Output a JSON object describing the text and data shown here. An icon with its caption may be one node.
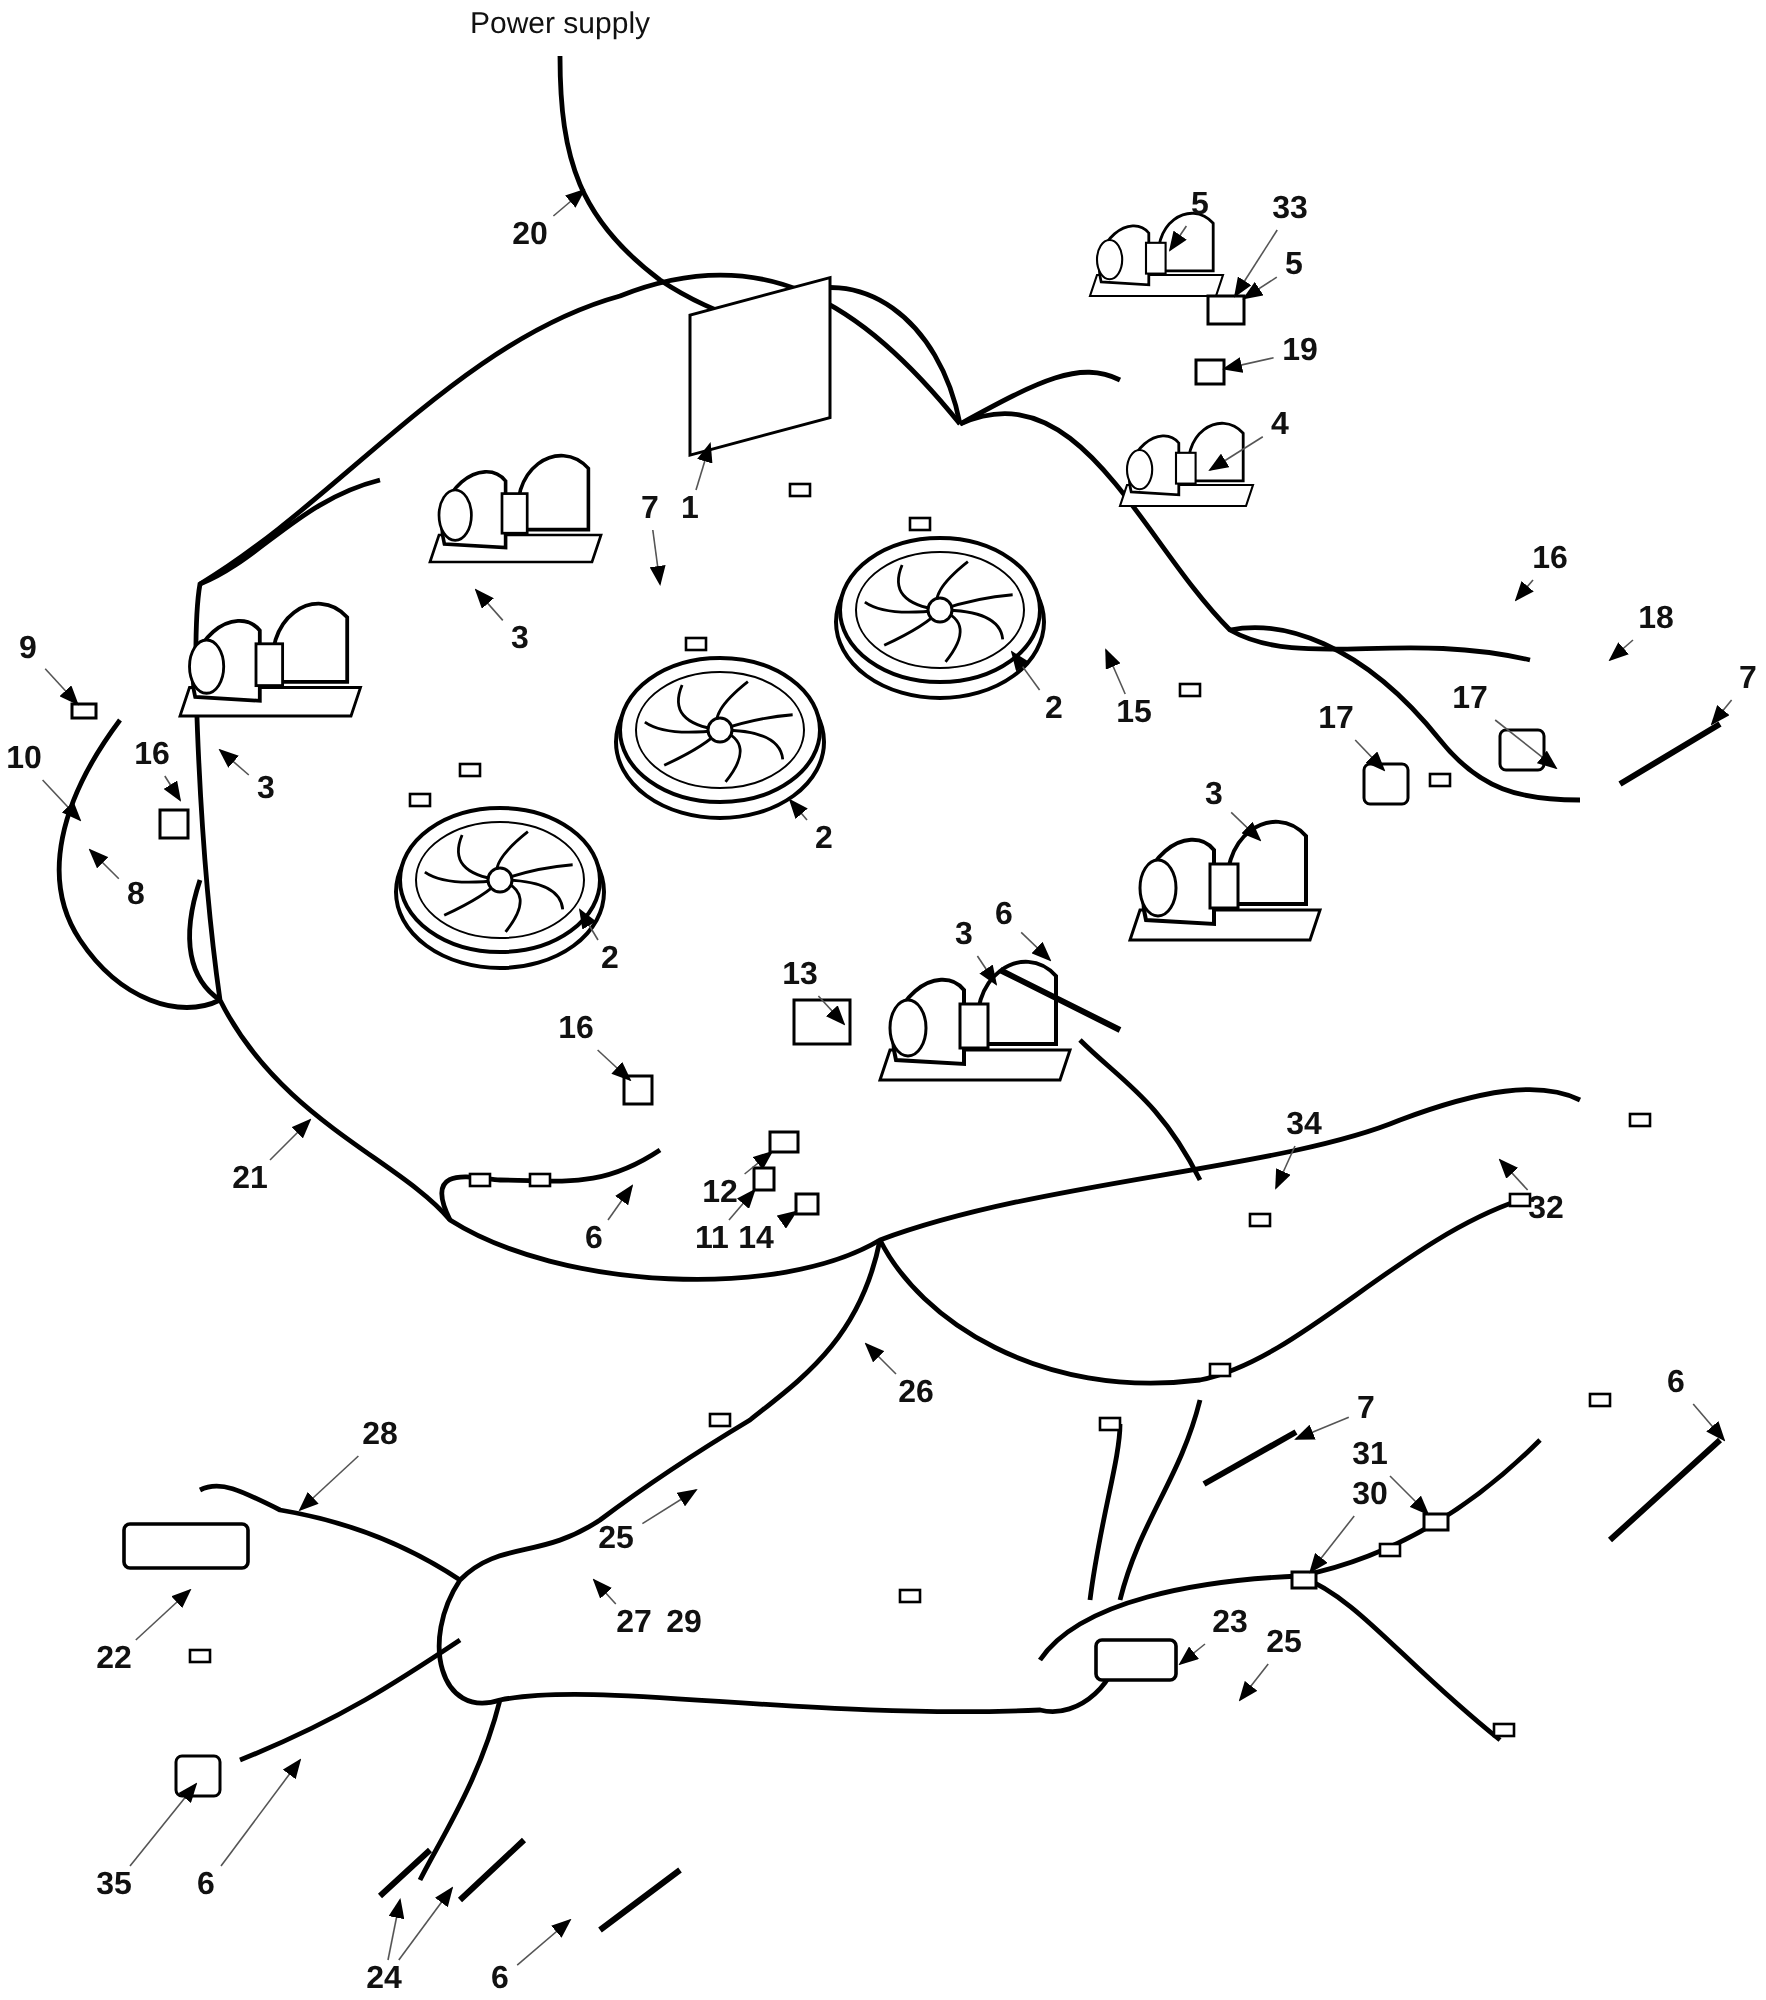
{
  "diagram": {
    "nodes": [
      {
        "text": [
          "20"
        ]
      },
      {
        "text": [
          "5"
        ]
      },
      {
        "text": [
          "33"
        ]
      },
      {
        "text": [
          "5"
        ]
      },
      {
        "text": [
          "19"
        ]
      },
      {
        "text": [
          "4"
        ]
      },
      {
        "text": [
          "7"
        ]
      },
      {
        "text": [
          "1"
        ]
      },
      {
        "text": [
          "16"
        ]
      },
      {
        "text": [
          "3"
        ]
      },
      {
        "text": [
          "18"
        ]
      },
      {
        "text": [
          "9"
        ]
      },
      {
        "text": [
          "7"
        ]
      },
      {
        "text": [
          "2"
        ]
      },
      {
        "text": [
          "15"
        ]
      },
      {
        "text": [
          "17"
        ]
      },
      {
        "text": [
          "17"
        ]
      },
      {
        "text": [
          "16"
        ]
      },
      {
        "text": [
          "10"
        ]
      },
      {
        "text": [
          "3"
        ]
      },
      {
        "text": [
          "3"
        ]
      },
      {
        "text": [
          "2"
        ]
      },
      {
        "text": [
          "8"
        ]
      },
      {
        "text": [
          "6"
        ]
      },
      {
        "text": [
          "3"
        ]
      },
      {
        "text": [
          "2"
        ]
      },
      {
        "text": [
          "13"
        ]
      },
      {
        "text": [
          "16"
        ]
      },
      {
        "text": [
          "34"
        ]
      },
      {
        "text": [
          "21"
        ]
      },
      {
        "text": [
          "12"
        ]
      },
      {
        "text": [
          "32"
        ]
      },
      {
        "text": [
          "6"
        ]
      },
      {
        "text": [
          "11"
        ]
      },
      {
        "text": [
          "14"
        ]
      },
      {
        "text": [
          "6"
        ]
      },
      {
        "text": [
          "26"
        ]
      },
      {
        "text": [
          "7"
        ]
      },
      {
        "text": [
          "28"
        ]
      },
      {
        "text": [
          "31"
        ]
      },
      {
        "text": [
          "30"
        ]
      },
      {
        "text": [
          "25"
        ]
      },
      {
        "text": [
          "27"
        ]
      },
      {
        "text": [
          "23"
        ]
      },
      {
        "text": [
          "25"
        ]
      },
      {
        "text": [
          "22"
        ]
      },
      {
        "text": [
          "35"
        ]
      },
      {
        "text": [
          "6"
        ]
      },
      {
        "text": [
          "24"
        ]
      },
      {
        "text": [
          "6"
        ]
      },
      {
        "text": [],
        "shape": "box"
      },
      {
        "text": [],
        "shape": "box"
      },
      {
        "text": [],
        "shape": "box"
      },
      {
        "text": [],
        "shape": "box"
      },
      {
        "text": [],
        "shape": "bar"
      },
      {
        "text": [],
        "shape": "box"
      },
      {
        "text": [],
        "shape": "box"
      },
      {
        "text": [],
        "shape": "box"
      },
      {
        "text": [],
        "shape": "box"
      }
    ],
    "edges": [
      {
        "from": 0,
        "to": null,
        "arrow": "to"
      },
      {
        "from": 1,
        "to": null,
        "arrow": "to"
      },
      {
        "from": 2,
        "to": 50,
        "arrow": "to"
      },
      {
        "from": 3,
        "to": 50,
        "arrow": "to"
      },
      {
        "from": 4,
        "to": 51,
        "arrow": "to"
      },
      {
        "from": 5,
        "to": null,
        "arrow": "to"
      },
      {
        "from": 6,
        "to": null,
        "arrow": "to"
      },
      {
        "from": 7,
        "to": null,
        "arrow": "to"
      },
      {
        "from": 8,
        "to": null,
        "arrow": "to"
      },
      {
        "from": 9,
        "to": null,
        "arrow": "to"
      },
      {
        "from": 10,
        "to": null,
        "arrow": "to"
      },
      {
        "from": 11,
        "to": 52,
        "arrow": "to"
      },
      {
        "from": 12,
        "to": null,
        "arrow": "to"
      },
      {
        "from": 13,
        "to": null,
        "arrow": "to"
      },
      {
        "from": 14,
        "to": null,
        "arrow": "to"
      },
      {
        "from": 15,
        "to": null,
        "arrow": "to"
      },
      {
        "from": 16,
        "to": null,
        "arrow": "to"
      },
      {
        "from": 17,
        "to": null,
        "arrow": "to"
      },
      {
        "from": 18,
        "to": null,
        "arrow": "to"
      },
      {
        "from": 19,
        "to": null,
        "arrow": "to"
      },
      {
        "from": 20,
        "to": null,
        "arrow": "to"
      },
      {
        "from": 21,
        "to": null,
        "arrow": "to"
      },
      {
        "from": 22,
        "to": null,
        "arrow": "to"
      },
      {
        "from": 23,
        "to": null,
        "arrow": "to"
      },
      {
        "from": 24,
        "to": null,
        "arrow": "to"
      },
      {
        "from": 25,
        "to": null,
        "arrow": "to"
      },
      {
        "from": 26,
        "to": null,
        "arrow": "to"
      },
      {
        "from": 27,
        "to": null,
        "arrow": "to"
      },
      {
        "from": 28,
        "to": null,
        "arrow": "to"
      },
      {
        "from": 29,
        "to": null,
        "arrow": "to"
      },
      {
        "from": 30,
        "to": 57,
        "arrow": "to"
      },
      {
        "from": 31,
        "to": null,
        "arrow": "to"
      },
      {
        "from": 32,
        "to": null,
        "arrow": "to"
      },
      {
        "from": 33,
        "to": 53,
        "arrow": "to"
      },
      {
        "from": 34,
        "to": 58,
        "arrow": "to"
      },
      {
        "from": 35,
        "to": null,
        "arrow": "to"
      },
      {
        "from": 36,
        "to": null,
        "arrow": "to"
      },
      {
        "from": 37,
        "to": 54,
        "arrow": "to"
      },
      {
        "from": 38,
        "to": null,
        "arrow": "to"
      },
      {
        "from": 39,
        "to": 55,
        "arrow": "to"
      },
      {
        "from": 40,
        "to": 56,
        "arrow": "to"
      },
      {
        "from": 41,
        "to": null,
        "arrow": "to"
      },
      {
        "from": 42,
        "to": null,
        "arrow": "to"
      },
      {
        "from": 43,
        "to": null,
        "arrow": "to"
      },
      {
        "from": 44,
        "to": null,
        "arrow": "to"
      },
      {
        "from": 45,
        "to": null,
        "arrow": "to"
      },
      {
        "from": 46,
        "to": null,
        "arrow": "to"
      },
      {
        "from": 47,
        "to": null,
        "arrow": "to"
      },
      {
        "from": 48,
        "to": null,
        "arrow": "to"
      },
      {
        "from": 48,
        "to": null,
        "arrow": "to"
      },
      {
        "from": 49,
        "to": null,
        "arrow": "to"
      }
    ],
    "labels": [
      "Power supply",
      "29"
    ]
  }
}
